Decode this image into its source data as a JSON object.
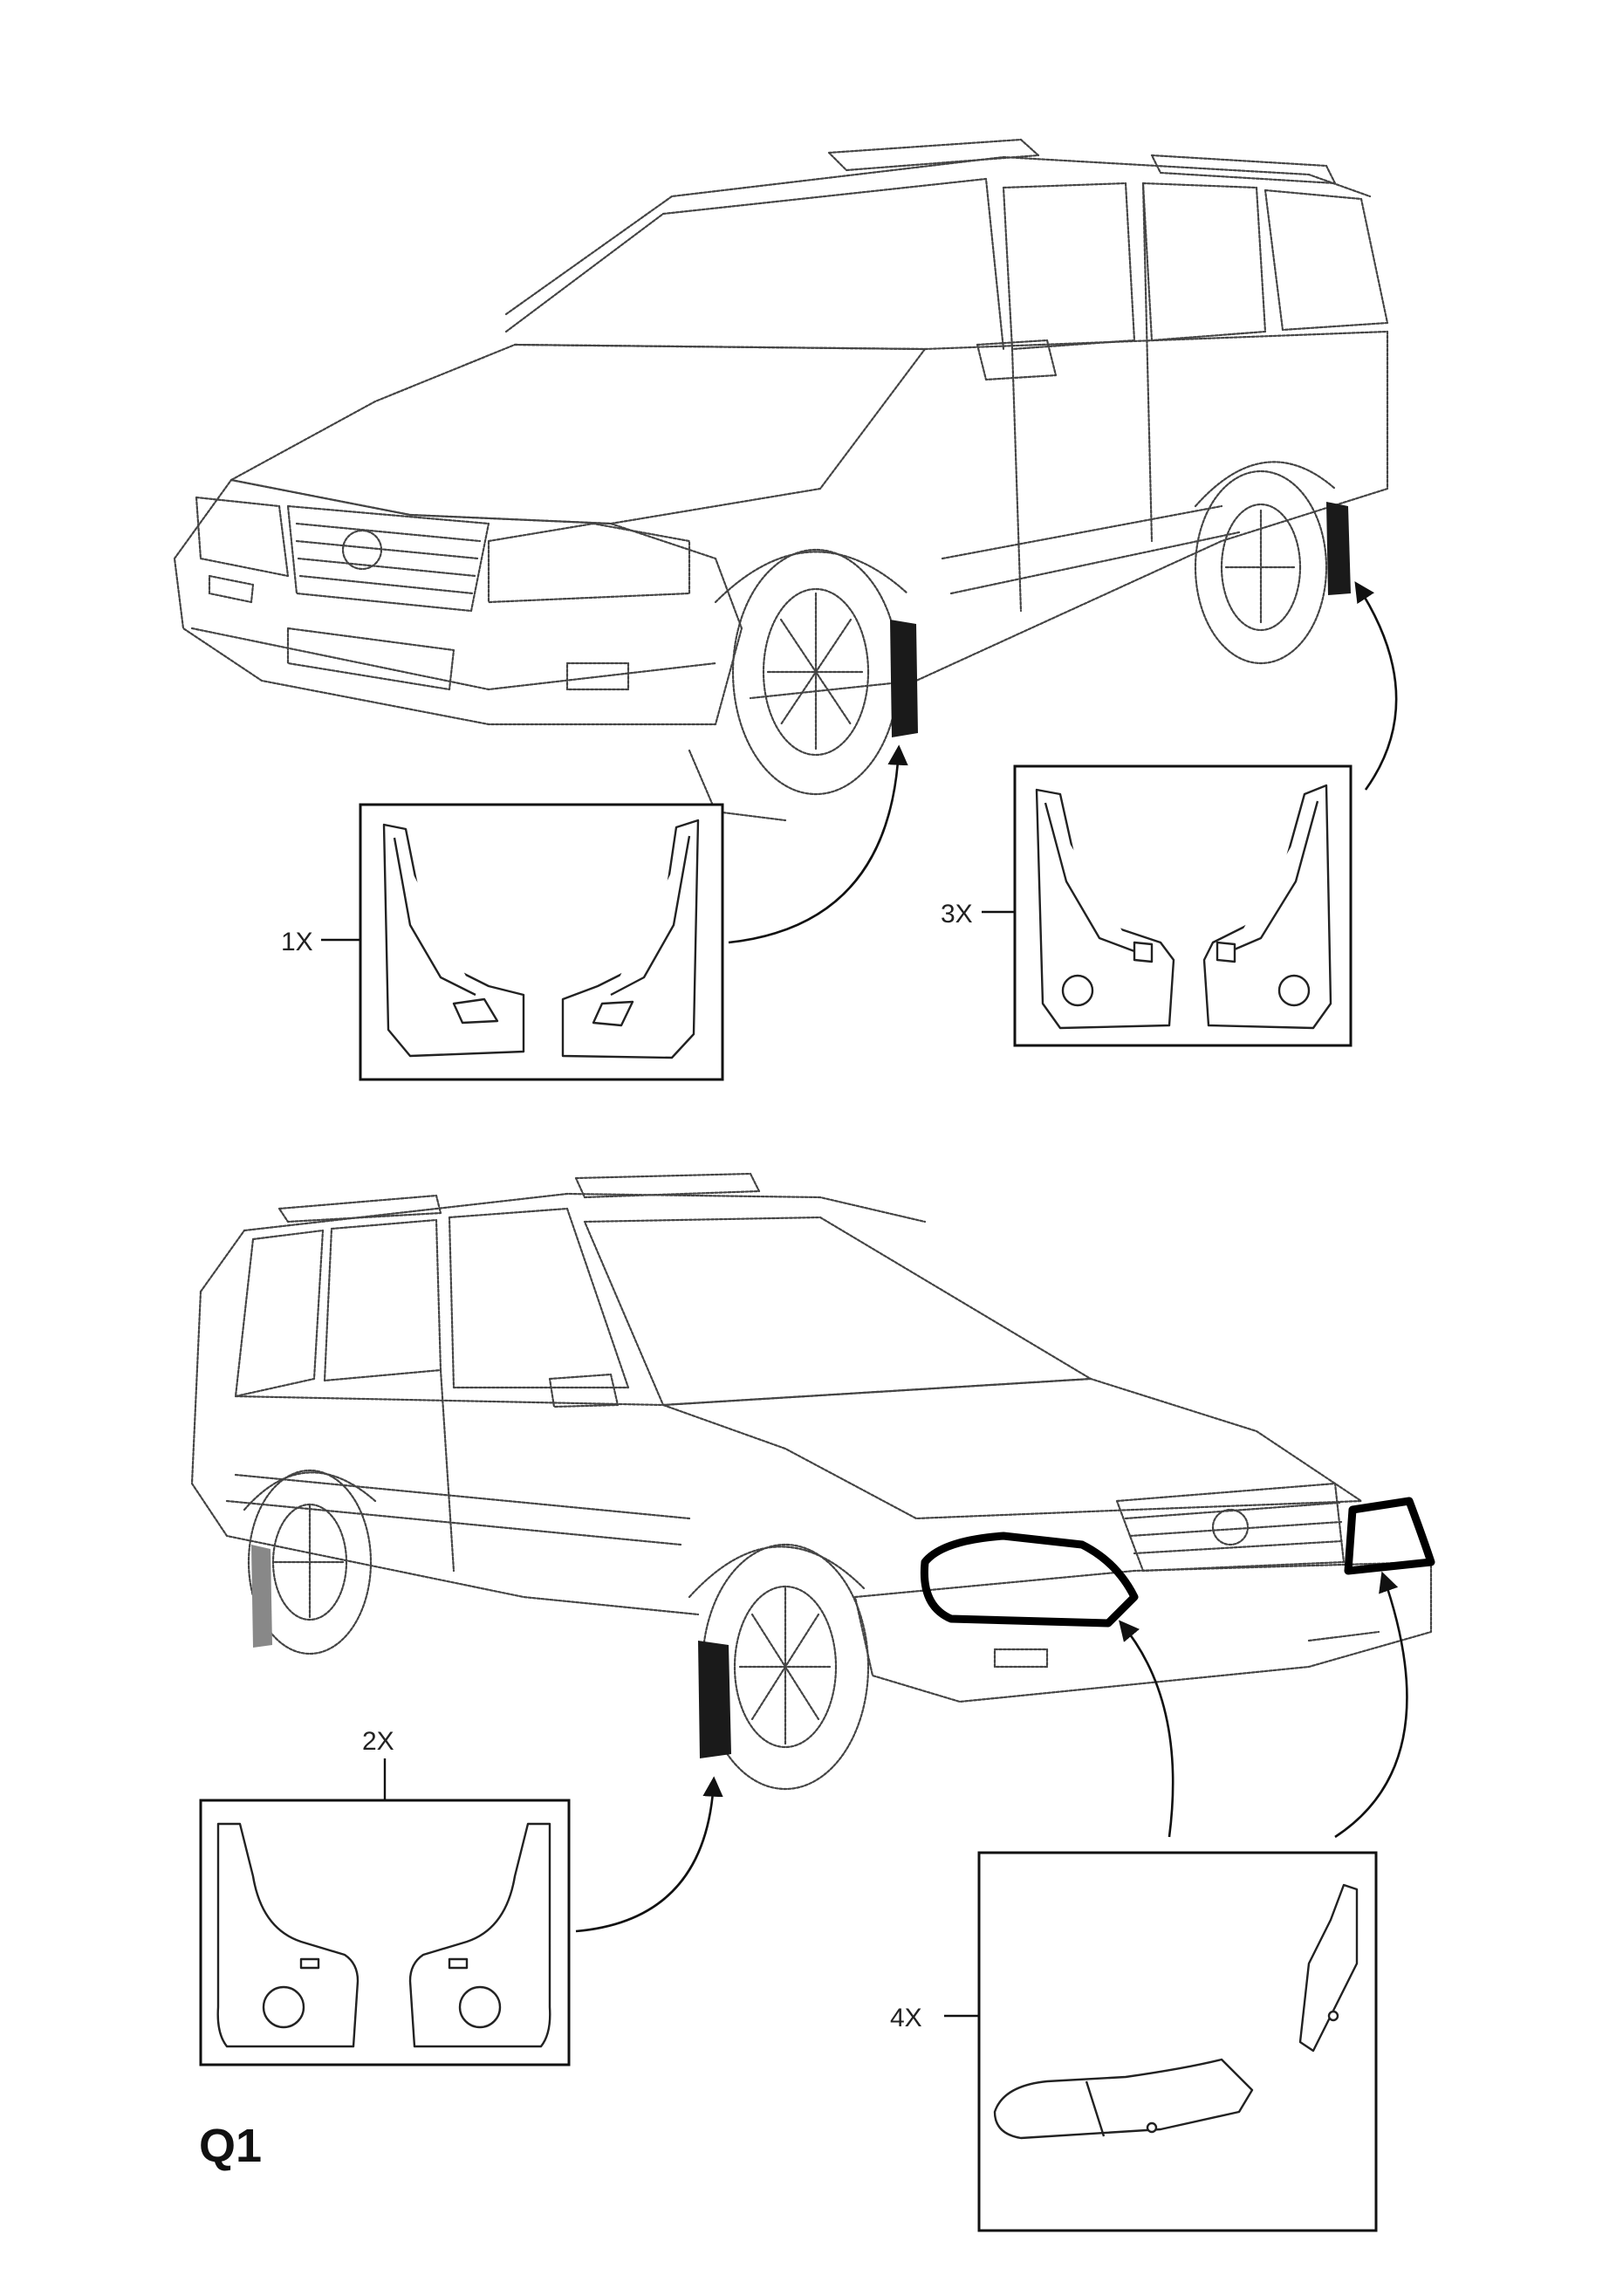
{
  "diagram": {
    "page_code": "Q1",
    "callouts": [
      {
        "id": "front-mudflaps",
        "label": "1X"
      },
      {
        "id": "rear-mudflaps-logo",
        "label": "3X"
      },
      {
        "id": "front-mudflaps-logo",
        "label": "2X"
      },
      {
        "id": "headlamp-protectors",
        "label": "4X"
      }
    ]
  }
}
